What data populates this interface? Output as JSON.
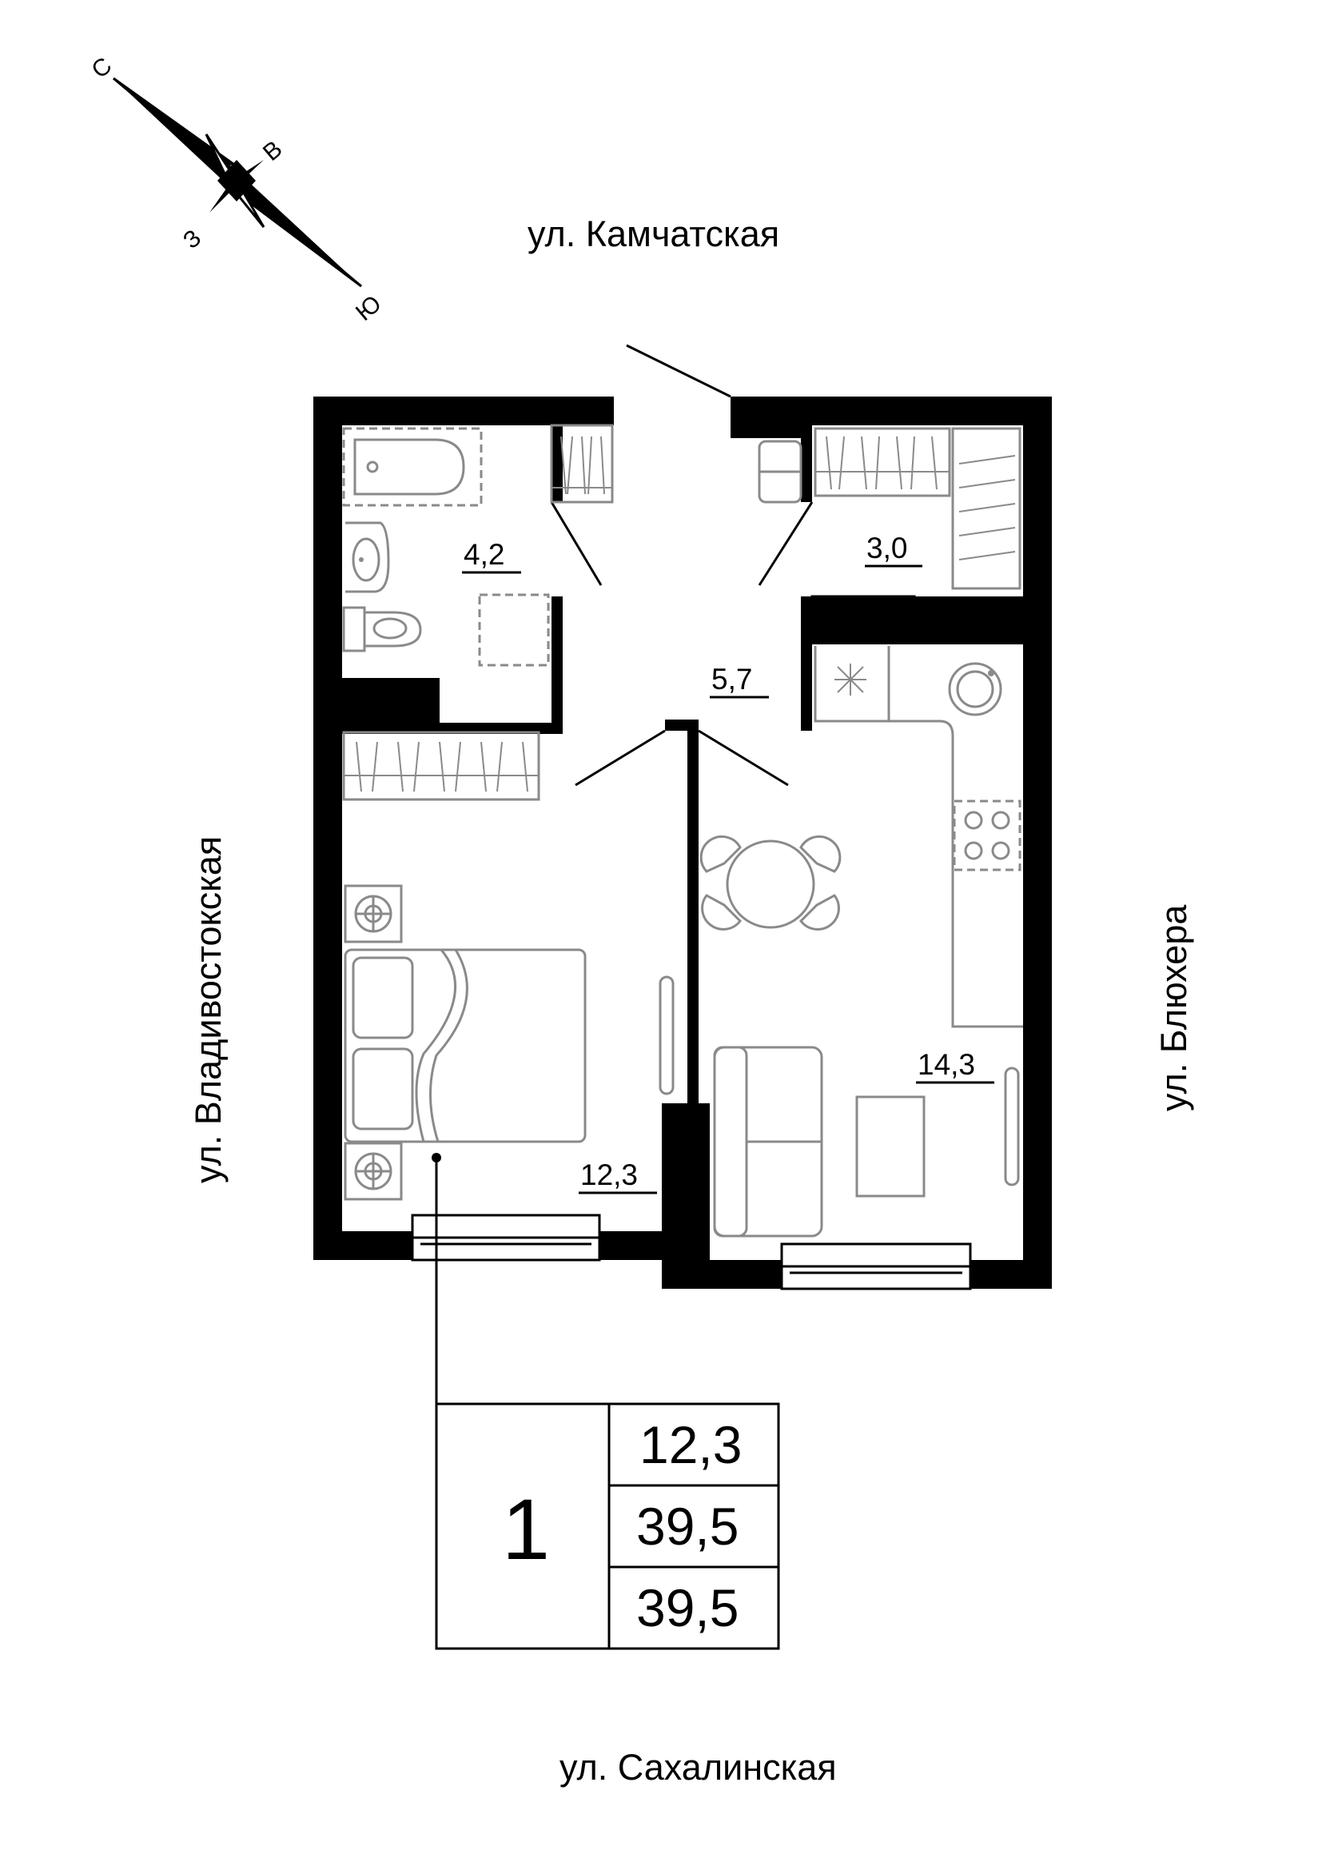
{
  "compass": {
    "north": "С",
    "east": "В",
    "south": "Ю",
    "west": "З"
  },
  "streets": {
    "top": "ул. Камчатская",
    "bottom": "ул. Сахалинская",
    "left": "ул. Владивостокская",
    "right": "ул. Блюхера"
  },
  "rooms": {
    "bathroom": "4,2",
    "hall": "5,7",
    "storage": "3,0",
    "bedroom": "12,3",
    "kitchen": "14,3"
  },
  "summary": {
    "rooms_count": "1",
    "living_area": "12,3",
    "total_area": "39,5",
    "total_area_with_balcony": "39,5"
  }
}
